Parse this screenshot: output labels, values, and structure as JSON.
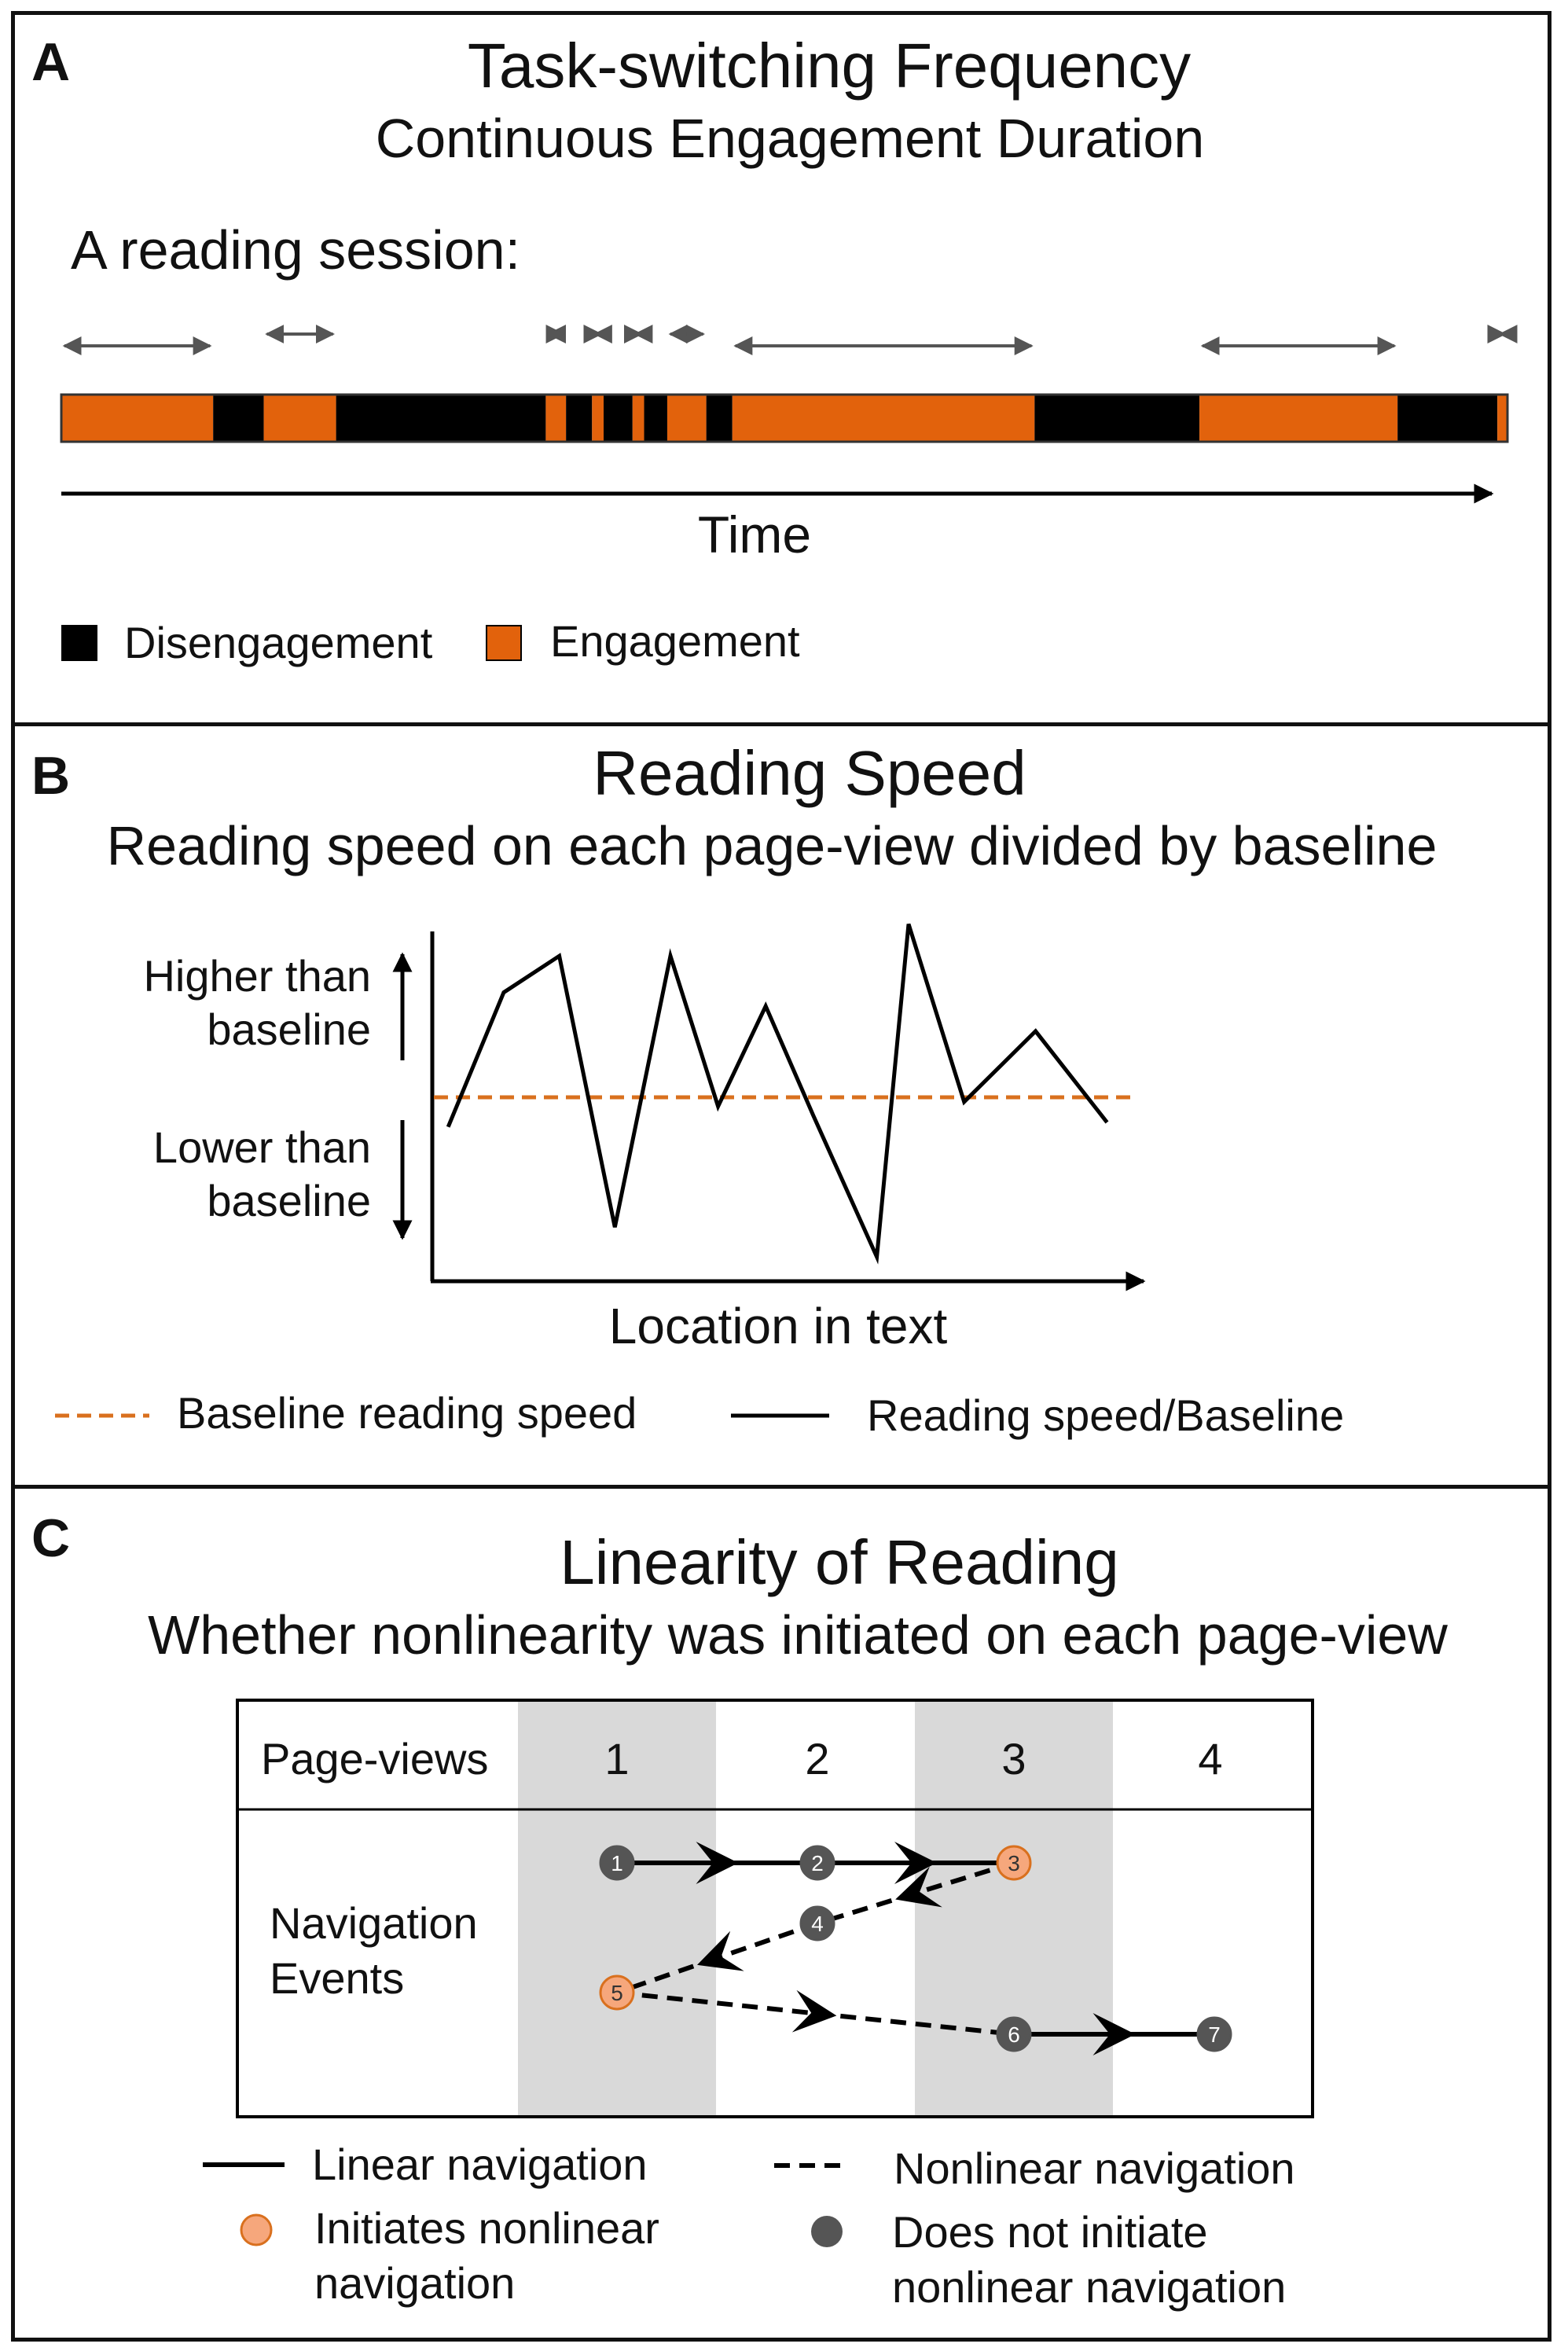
{
  "colors": {
    "engagement": "#e2620c",
    "disengagement": "#000000",
    "baseline": "#d9701e",
    "initiates": "#f6a77c",
    "node": "#555555",
    "shade": "#d9d9d9"
  },
  "panel_a": {
    "letter": "A",
    "title": "Task-switching Frequency",
    "subtitle": "Continuous Engagement Duration",
    "session_label": "A reading session:",
    "axis_label": "Time",
    "legend": {
      "disengagement": "Disengagement",
      "engagement": "Engagement"
    },
    "timeline": [
      {
        "state": "engagement",
        "start": 0,
        "end": 10.5
      },
      {
        "state": "disengagement",
        "start": 10.5,
        "end": 14.0
      },
      {
        "state": "engagement",
        "start": 14.0,
        "end": 19.0
      },
      {
        "state": "disengagement",
        "start": 19.0,
        "end": 33.5
      },
      {
        "state": "engagement",
        "start": 33.5,
        "end": 34.9
      },
      {
        "state": "disengagement",
        "start": 34.9,
        "end": 36.7
      },
      {
        "state": "engagement",
        "start": 36.7,
        "end": 37.5
      },
      {
        "state": "disengagement",
        "start": 37.5,
        "end": 39.5
      },
      {
        "state": "engagement",
        "start": 39.5,
        "end": 40.3
      },
      {
        "state": "disengagement",
        "start": 40.3,
        "end": 41.9
      },
      {
        "state": "engagement",
        "start": 41.9,
        "end": 44.6
      },
      {
        "state": "disengagement",
        "start": 44.6,
        "end": 46.4
      },
      {
        "state": "engagement",
        "start": 46.4,
        "end": 67.3
      },
      {
        "state": "disengagement",
        "start": 67.3,
        "end": 78.7
      },
      {
        "state": "engagement",
        "start": 78.7,
        "end": 92.4
      },
      {
        "state": "disengagement",
        "start": 92.4,
        "end": 99.3
      },
      {
        "state": "engagement",
        "start": 99.3,
        "end": 100
      }
    ]
  },
  "panel_b": {
    "letter": "B",
    "title": "Reading Speed",
    "subtitle": "Reading speed on each page-view divided by baseline",
    "higher_label": [
      "Higher than",
      "baseline"
    ],
    "lower_label": [
      "Lower than",
      "baseline"
    ],
    "xlabel": "Location in text",
    "legend": {
      "baseline": "Baseline reading speed",
      "ratio": "Reading speed/Baseline"
    }
  },
  "chart_data": {
    "type": "line",
    "title": "Reading Speed",
    "subtitle": "Reading speed on each page-view divided by baseline",
    "xlabel": "Location in text",
    "ylabel": "",
    "baseline": 1.0,
    "ylim": [
      0,
      2
    ],
    "xlim": [
      0,
      1
    ],
    "series": [
      {
        "name": "Reading speed/Baseline",
        "x": [
          0.02,
          0.09,
          0.16,
          0.23,
          0.3,
          0.36,
          0.42,
          0.48,
          0.56,
          0.6,
          0.67,
          0.76,
          0.85
        ],
        "y": [
          0.87,
          1.46,
          1.62,
          0.43,
          1.62,
          0.96,
          1.4,
          0.92,
          0.3,
          1.76,
          0.98,
          1.29,
          0.89
        ]
      },
      {
        "name": "Baseline reading speed",
        "x": [
          0,
          1
        ],
        "y": [
          1.0,
          1.0
        ]
      }
    ]
  },
  "panel_c": {
    "letter": "C",
    "title": "Linearity of Reading",
    "subtitle": "Whether nonlinearity was initiated on each page-view",
    "header_label": "Page-views",
    "columns": [
      "1",
      "2",
      "3",
      "4"
    ],
    "row_label": [
      "Navigation",
      "Events"
    ],
    "events": [
      {
        "id": "1",
        "page": 1,
        "row": 0,
        "initiates": false
      },
      {
        "id": "2",
        "page": 2,
        "row": 0,
        "initiates": false
      },
      {
        "id": "3",
        "page": 3,
        "row": 0,
        "initiates": true
      },
      {
        "id": "4",
        "page": 2,
        "row": 1,
        "initiates": false
      },
      {
        "id": "5",
        "page": 1,
        "row": 2,
        "initiates": true
      },
      {
        "id": "6",
        "page": 3,
        "row": 3,
        "initiates": false
      },
      {
        "id": "7",
        "page": 4,
        "row": 3,
        "initiates": false
      }
    ],
    "links": [
      {
        "from": "1",
        "to": "2",
        "type": "linear"
      },
      {
        "from": "2",
        "to": "3",
        "type": "linear"
      },
      {
        "from": "3",
        "to": "4",
        "type": "nonlinear"
      },
      {
        "from": "4",
        "to": "5",
        "type": "nonlinear"
      },
      {
        "from": "5",
        "to": "6",
        "type": "nonlinear"
      },
      {
        "from": "6",
        "to": "7",
        "type": "linear"
      }
    ],
    "legend": {
      "linear": "Linear navigation",
      "nonlinear": "Nonlinear navigation",
      "initiates": [
        "Initiates nonlinear",
        "navigation"
      ],
      "not_initiates": [
        "Does not initiate",
        "nonlinear navigation"
      ]
    }
  }
}
